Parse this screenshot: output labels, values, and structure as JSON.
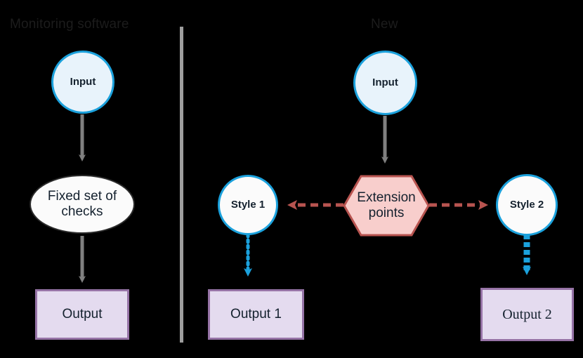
{
  "diagram": {
    "background": "#000000",
    "panels": {
      "left": {
        "title": "Monitoring software",
        "nodes": {
          "input": "Input",
          "checks": "Fixed set of checks",
          "output": "Output"
        }
      },
      "right": {
        "title": "New",
        "nodes": {
          "input": "Input",
          "style1": "Style 1",
          "extension": "Extension points",
          "style2": "Style 2",
          "output1": "Output 1",
          "output2": "Output 2"
        }
      }
    },
    "colors": {
      "blue_stroke": "#1ba1dc",
      "blue_fill": "#e8f3fb",
      "white_fill": "#fbfbfb",
      "purple_stroke": "#9673a6",
      "purple_fill": "#e4dbef",
      "red_stroke": "#b85450",
      "pink_fill": "#f8cecc",
      "gray_connector": "#808080",
      "divider": "#9e9e9e",
      "title_text": "#1c1c1c"
    },
    "connectors": [
      {
        "name": "input-to-checks",
        "style": "solid",
        "color": "#808080",
        "direction": "down"
      },
      {
        "name": "checks-to-output",
        "style": "solid",
        "color": "#808080",
        "direction": "down"
      },
      {
        "name": "input2-to-extension",
        "style": "solid",
        "color": "#808080",
        "direction": "down"
      },
      {
        "name": "extension-to-style1",
        "style": "dashed",
        "color": "#b85450",
        "direction": "left"
      },
      {
        "name": "extension-to-style2",
        "style": "dashed",
        "color": "#b85450",
        "direction": "right"
      },
      {
        "name": "style1-to-output1",
        "style": "dotted",
        "color": "#1ba1dc",
        "direction": "down"
      },
      {
        "name": "style2-to-output2",
        "style": "chevron",
        "color": "#1ba1dc",
        "direction": "down"
      }
    ]
  }
}
